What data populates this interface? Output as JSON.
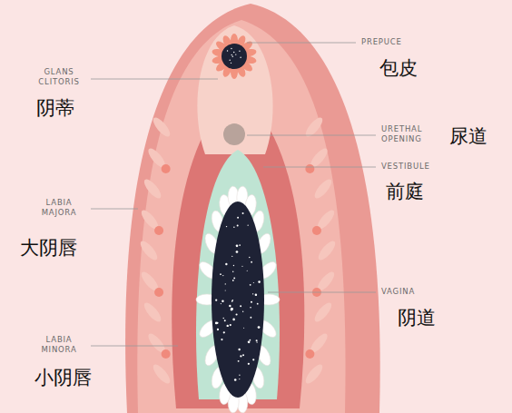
{
  "diagram": {
    "labels": [
      "PREPUCE",
      "包皮",
      "GLANS CLITORIS",
      "阴蒂",
      "URETHAL OPENING",
      "尿道",
      "VESTIBULE",
      "前庭",
      "LABIA MAJORA",
      "大阴唇",
      "VAGINA",
      "阴道",
      "LABIA MINORA",
      "小阴唇"
    ]
  }
}
